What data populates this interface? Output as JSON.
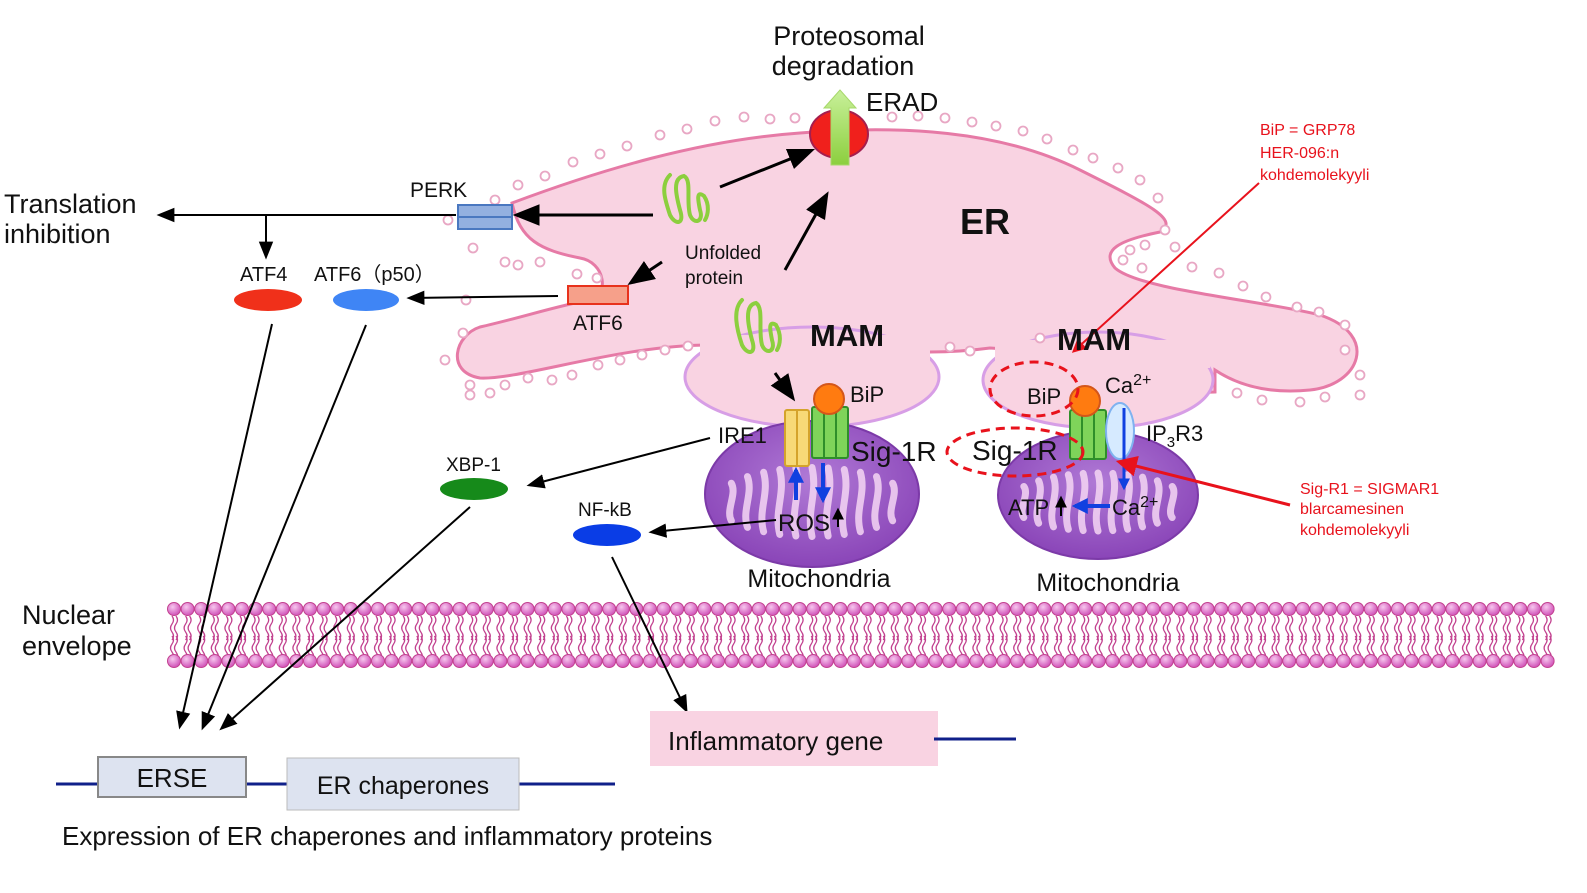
{
  "title_top": [
    "Proteosomal",
    "degradation"
  ],
  "erad": "ERAD",
  "er": "ER",
  "mam_left": "MAM",
  "mam_right": "MAM",
  "perk": "PERK",
  "atf6_receptor": "ATF6",
  "unfolded_protein": [
    "Unfolded",
    "protein"
  ],
  "translation_inhibition": [
    "Translation",
    "inhibition"
  ],
  "atf4": "ATF4",
  "atf6_p50": "ATF6（p50）",
  "xbp1": "XBP-1",
  "nfkb": "NF-kB",
  "left_mito": {
    "ire1": "IRE1",
    "bip": "BiP",
    "sig1r": "Sig-1R",
    "ros": "ROS",
    "label": "Mitochondria"
  },
  "right_mito": {
    "bip": "BiP",
    "ca_top": "Ca",
    "ca_sup": "2+",
    "ip3r3_a": "IP",
    "ip3r3_sub": "3",
    "ip3r3_b": "R3",
    "sig1r": "Sig-1R",
    "atp": "ATP",
    "ca_bottom": "Ca",
    "ca_bottom_sup": "2+",
    "label": "Mitochondria"
  },
  "nuclear_envelope": [
    "Nuclear",
    "envelope"
  ],
  "gene_boxes": {
    "erse": "ERSE",
    "er_chaperones": "ER chaperones",
    "inflammatory_gene": "Inflammatory gene"
  },
  "caption": "Expression of ER chaperones and inflammatory proteins",
  "annotations": {
    "bip_note": [
      "BiP = GRP78",
      "HER-096:n",
      "kohdemolekyyli"
    ],
    "sig_note": [
      "Sig-R1 = SIGMAR1",
      "blarcamesinen",
      "kohdemolekyyli"
    ]
  },
  "colors": {
    "er_fill": "#f9d3e2",
    "er_stroke": "#e67aa6",
    "mito_fill": "#a35fc9",
    "annotation_red": "#e8121c",
    "gene_line": "#10208a"
  }
}
